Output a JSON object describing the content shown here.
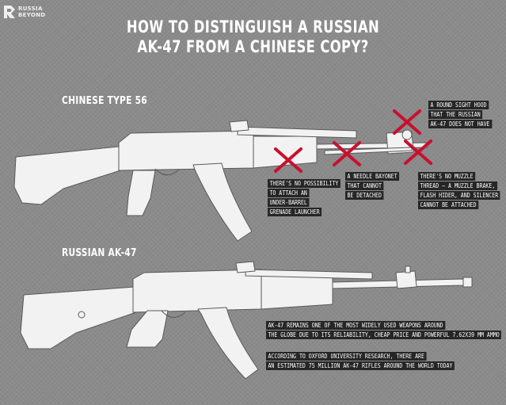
{
  "brand": {
    "line1": "RUSSIA",
    "line2": "BEYOND"
  },
  "title": {
    "line1": "HOW TO DISTINGUISH A RUSSIAN",
    "line2": "AK-47 FROM A CHINESE COPY?"
  },
  "chinese": {
    "label": "CHINESE TYPE 56",
    "notes": {
      "sight_hood": [
        "A ROUND SIGHT HOOD",
        "THAT THE RUSSIAN",
        "AK-47 DOES NOT HAVE"
      ],
      "grenade": [
        "THERE'S NO POSSIBILITY",
        "TO ATTACH AN",
        "UNDER-BARREL",
        "GRENADE LAUNCHER"
      ],
      "bayonet": [
        "A NEEDLE BAYONET",
        "THAT CANNOT",
        "BE DETACHED"
      ],
      "muzzle": [
        "THERE'S NO MUZZLE",
        "THREAD – A MUZZLE BRAKE,",
        "FLASH HIDER, AND SILENCER",
        "CANNOT BE ATTACHED"
      ]
    }
  },
  "russian": {
    "label": "RUSSIAN AK-47",
    "notes": {
      "popularity": [
        "AK-47 REMAINS ONE OF THE MOST WIDELY USED WEAPONS AROUND",
        "THE GLOBE DUE TO ITS RELIABILITY, CHEAP PRICE AND POWERFUL 7.62X39 MM AMMO"
      ],
      "count": [
        "ACCORDING TO OXFORD UNIVERSITY RESEARCH, THERE ARE",
        "AN ESTIMATED 75 MILLION AK-47 RIFLES AROUND THE WORLD TODAY"
      ]
    }
  },
  "colors": {
    "background": "#8b8b8b",
    "cross": "#c8102e",
    "label_bg": "#262626",
    "rifle_fill": "#f2f2f2",
    "rifle_stroke": "#5a5a5a"
  }
}
